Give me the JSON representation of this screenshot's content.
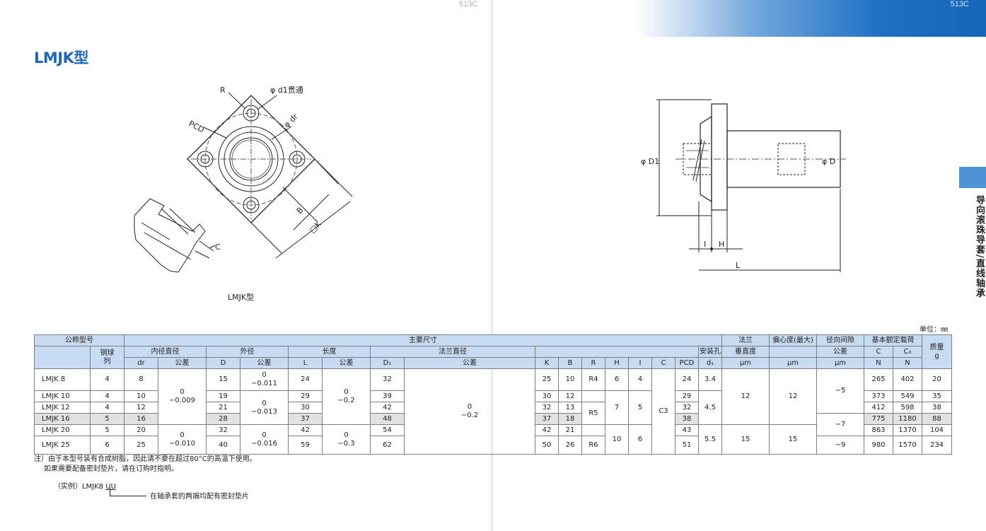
{
  "page": {
    "left_number": "513C",
    "right_number": "513C"
  },
  "title": "LMJK型",
  "side_label": "导向滚珠导套/直线轴承",
  "figure_caption": "LMJK型",
  "drawing_labels": {
    "R": "R",
    "d1": "φ d1贯通",
    "PCD": "PCD",
    "dr": "φ dr",
    "B": "B",
    "K": "□K",
    "C": "C",
    "D1": "φ D1",
    "D": "φ D",
    "I": "I",
    "H": "H",
    "L": "L"
  },
  "unit": "单位：㎜",
  "table": {
    "h_model": "公称型号",
    "h_main": "主要尺寸",
    "h_balls": "钢球",
    "h_balls2": "列",
    "h_inner": "内径直径",
    "h_outer": "外径",
    "h_length": "长度",
    "h_flange": "法兰直径",
    "h_flange_perp": "法兰",
    "h_flange_perp2": "垂直度",
    "h_ecc": "偏心度(最大)",
    "h_clear": "径向间隙",
    "h_clear2": "公差",
    "h_load": "基本额定载荷",
    "h_mass": "质量",
    "h_hole": "安装孔",
    "sub": {
      "dr": "dr",
      "tol": "公差",
      "D": "D",
      "L": "L",
      "D1": "D₁",
      "K": "K",
      "B": "B",
      "R": "R",
      "H": "H",
      "I": "I",
      "C": "C",
      "PCD": "PCD",
      "d1": "d₁",
      "um": "μm",
      "Cd": "C",
      "C0": "C₀",
      "N": "N",
      "g": "g"
    },
    "rows": [
      {
        "model": "LMJK 8",
        "balls": "4",
        "dr": "8",
        "D": "15",
        "L": "24",
        "D1": "32",
        "K": "25",
        "B": "10",
        "PCD": "24",
        "C": "265",
        "C0": "402",
        "mass": "20"
      },
      {
        "model": "LMJK 10",
        "balls": "4",
        "dr": "10",
        "D": "19",
        "L": "29",
        "D1": "39",
        "K": "30",
        "B": "12",
        "PCD": "29",
        "C": "373",
        "C0": "549",
        "mass": "35"
      },
      {
        "model": "LMJK 12",
        "balls": "4",
        "dr": "12",
        "D": "21",
        "L": "30",
        "D1": "42",
        "K": "32",
        "B": "13",
        "PCD": "32",
        "C": "412",
        "C0": "598",
        "mass": "38"
      },
      {
        "model": "LMJK 16",
        "balls": "5",
        "dr": "16",
        "D": "28",
        "L": "37",
        "D1": "48",
        "K": "37",
        "B": "18",
        "PCD": "38",
        "C": "775",
        "C0": "1180",
        "mass": "88"
      },
      {
        "model": "LMJK 20",
        "balls": "5",
        "dr": "20",
        "D": "32",
        "L": "42",
        "D1": "54",
        "K": "42",
        "B": "21",
        "PCD": "43",
        "C": "863",
        "C0": "1370",
        "mass": "104"
      },
      {
        "model": "LMJK 25",
        "balls": "6",
        "dr": "25",
        "D": "40",
        "L": "59",
        "D1": "62",
        "K": "50",
        "B": "26",
        "PCD": "51",
        "C": "980",
        "C0": "1570",
        "mass": "234"
      }
    ],
    "merged": {
      "tol_dr_1_top": "0",
      "tol_dr_1_bot": "−0.009",
      "tol_dr_2_top": "0",
      "tol_dr_2_bot": "−0.010",
      "tol_D_0_top": "0",
      "tol_D_0_bot": "−0.011",
      "tol_D_1_top": "0",
      "tol_D_1_bot": "−0.013",
      "tol_D_2_top": "0",
      "tol_D_2_bot": "−0.016",
      "tol_L_1_top": "0",
      "tol_L_1_bot": "−0.2",
      "tol_L_2_top": "0",
      "tol_L_2_bot": "−0.3",
      "tol_D1_top": "0",
      "tol_D1_bot": "−0.2",
      "R_0": "R4",
      "R_1": "R5",
      "R_2": "R6",
      "H_1": "7",
      "H_2": "10",
      "I_0": "4",
      "I_1": "5",
      "I_2": "6",
      "H_0": "6",
      "Ccol": "C3",
      "d1_0": "3.4",
      "d1_1": "4.5",
      "d1_2": "5.5",
      "perp_1": "12",
      "perp_2": "15",
      "ecc_1": "12",
      "ecc_2": "15",
      "clear_1": "−5",
      "clear_2": "−7",
      "clear_3": "−9"
    }
  },
  "notes": {
    "line1": "注）由于本型号装有合成树脂，因此请不要在超过80°C的高温下使用。",
    "line2": "如果需要配备密封垫片，请在订购时指明。",
    "example_prefix": "（实例）LMJK8 ",
    "example_suffix": "UU",
    "example_desc": "在轴承套的两端均配有密封垫片"
  }
}
